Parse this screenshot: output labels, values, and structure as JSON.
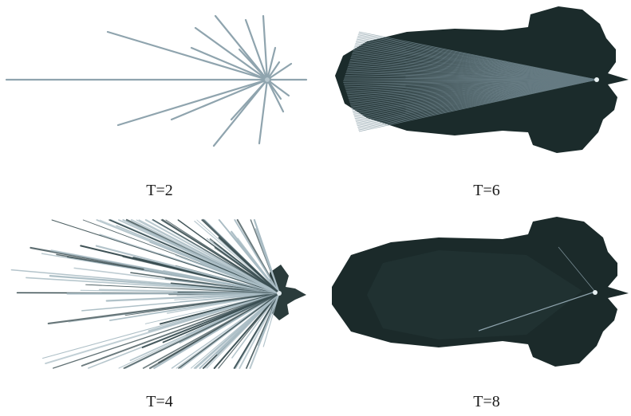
{
  "panels": [
    {
      "label": "T=2"
    },
    {
      "label": "T=6"
    },
    {
      "label": "T=4"
    },
    {
      "label": "T=8"
    }
  ],
  "colors": {
    "ray": "#8fa4ae",
    "ray_light": "#c9d6dc",
    "fill_dark": "#1b2b2b",
    "fill_mid": "#243838",
    "background": "#ffffff"
  }
}
